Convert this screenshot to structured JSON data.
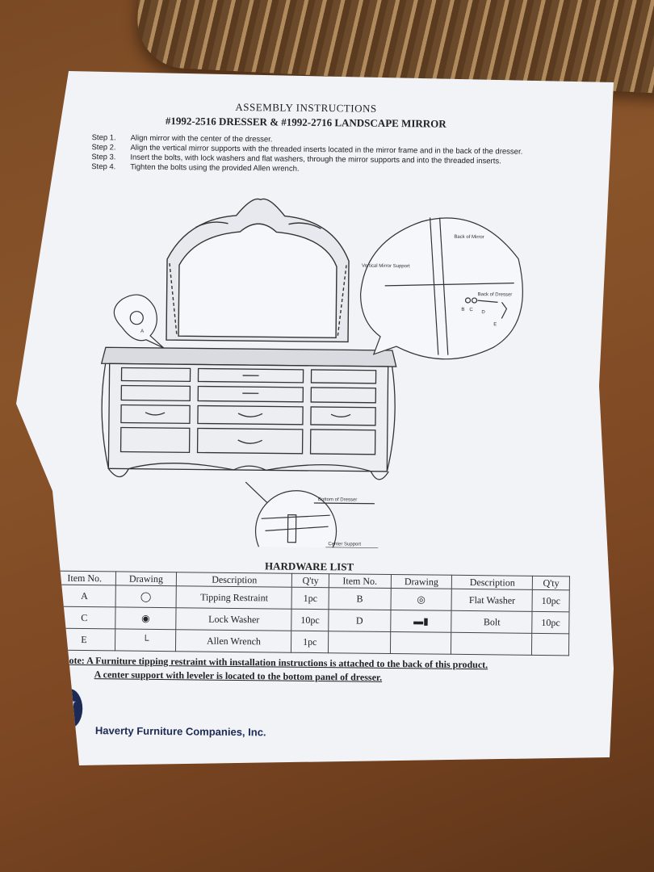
{
  "document": {
    "title": "ASSEMBLY INSTRUCTIONS",
    "subtitle": "#1992-2516 DRESSER & #1992-2716 LANDSCAPE MIRROR",
    "steps": [
      {
        "num": "Step 1.",
        "text": "Align mirror with the center of the dresser."
      },
      {
        "num": "Step 2.",
        "text": "Align the vertical mirror supports with the threaded inserts located in the mirror frame and in the back of the dresser."
      },
      {
        "num": "Step 3.",
        "text": "Insert the bolts, with lock washers and flat washers, through the mirror supports and into the threaded inserts."
      },
      {
        "num": "Step 4.",
        "text": "Tighten the bolts using the provided Allen wrench."
      }
    ]
  },
  "diagram_labels": {
    "back_of_mirror": "Back of Mirror",
    "vertical_mirror_support": "Vertical Mirror Support",
    "back_of_dresser": "Back of Dresser",
    "bottom_of_dresser": "Bottom of Dresser",
    "center_support": "Center Support",
    "callout_letters": [
      "B",
      "C",
      "D",
      "E"
    ],
    "callout_a": "A"
  },
  "hardware": {
    "title": "HARDWARE LIST",
    "headers": [
      "Item No.",
      "Drawing",
      "Description",
      "Q'ty",
      "Item No.",
      "Drawing",
      "Description",
      "Q'ty"
    ],
    "rows": [
      {
        "item1": "A",
        "desc1": "Tipping Restraint",
        "qty1": "1pc",
        "item2": "B",
        "desc2": "Flat Washer",
        "qty2": "10pc"
      },
      {
        "item1": "C",
        "desc1": "Lock Washer",
        "qty1": "10pc",
        "item2": "D",
        "desc2": "Bolt",
        "qty2": "10pc"
      },
      {
        "item1": "E",
        "desc1": "Allen Wrench",
        "qty1": "1pc",
        "item2": "",
        "desc2": "",
        "qty2": ""
      }
    ]
  },
  "notes": {
    "line1": "Note: A Furniture tipping restraint with installation instructions is attached to the back of this product.",
    "line2": "A center support with leveler is located to the bottom panel of dresser."
  },
  "company": {
    "logo_text": "H",
    "name": "Haverty Furniture Companies, Inc."
  },
  "colors": {
    "paper": "#f1f3f7",
    "wood": "#7a4a25",
    "logo": "#1d2a55"
  }
}
